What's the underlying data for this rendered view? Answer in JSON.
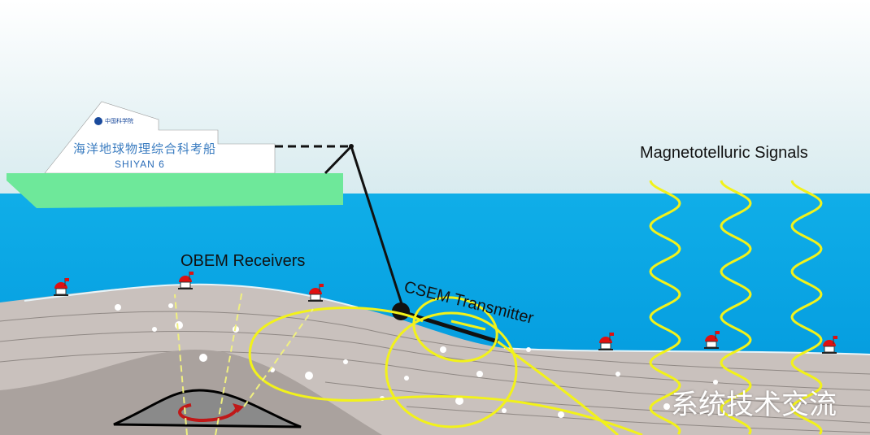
{
  "ship": {
    "name_cn": "海洋地球物理综合科考船",
    "name_en": "SHIYAN 6",
    "logo_text": "中国科学院"
  },
  "labels": {
    "receivers": "OBEM Receivers",
    "transmitter": "CSEM Transmitter",
    "mt": "Magnetotelluric Signals"
  },
  "watermark": "系统技术交流",
  "colors": {
    "sea": "#00a0e0",
    "hull": "#6ee89a",
    "ground": "#c9c1bd",
    "signal": "#f2f21a"
  }
}
